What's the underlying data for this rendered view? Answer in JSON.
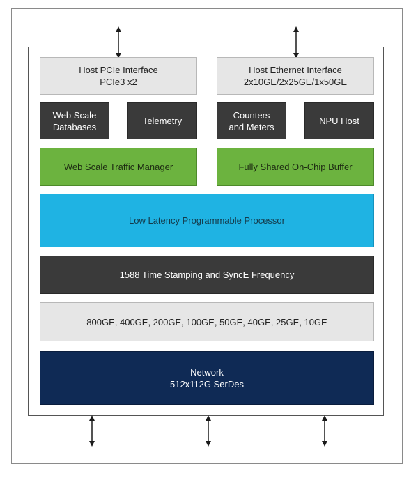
{
  "colors": {
    "light_gray": "#e6e6e6",
    "dark_gray": "#3a3a3a",
    "green": "#6cb33f",
    "cyan": "#1fb3e3",
    "navy": "#0f2a55",
    "frame": "#555555"
  },
  "host_pcie": {
    "line1": "Host PCIe Interface",
    "line2": "PCIe3 x2"
  },
  "host_ethernet": {
    "line1": "Host Ethernet Interface",
    "line2": "2x10GE/2x25GE/1x50GE"
  },
  "web_scale_db": {
    "line1": "Web Scale",
    "line2": "Databases"
  },
  "telemetry": {
    "label": "Telemetry"
  },
  "counters": {
    "line1": "Counters",
    "line2": "and Meters"
  },
  "npu_host": {
    "label": "NPU Host"
  },
  "traffic_manager": {
    "label": "Web Scale Traffic Manager"
  },
  "onchip_buffer": {
    "label": "Fully Shared On-Chip Buffer"
  },
  "processor": {
    "label": "Low Latency Programmable Processor"
  },
  "timestamping": {
    "label": "1588 Time Stamping and SyncE Frequency"
  },
  "port_speeds": {
    "label": "800GE, 400GE, 200GE, 100GE, 50GE, 40GE, 25GE, 10GE"
  },
  "network": {
    "line1": "Network",
    "line2": "512x112G SerDes"
  }
}
